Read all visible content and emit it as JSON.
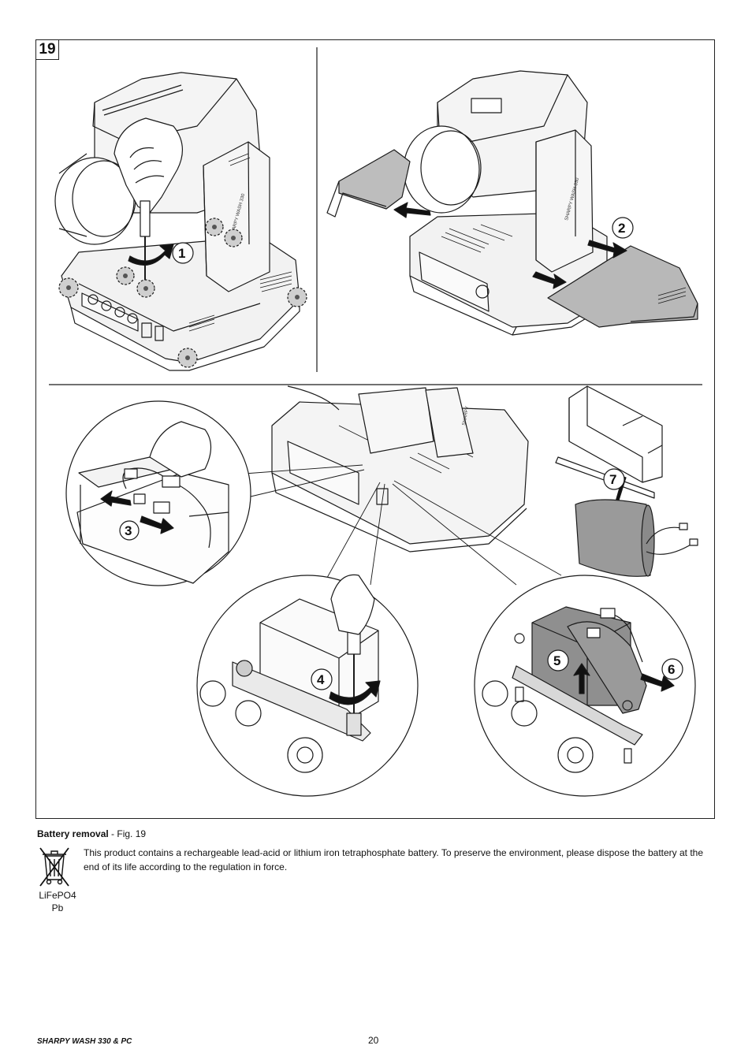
{
  "figure": {
    "number": "19",
    "steps": [
      "1",
      "2",
      "3",
      "4",
      "5",
      "6",
      "7"
    ]
  },
  "caption": {
    "title": "Battery removal",
    "ref": " - Fig. 19"
  },
  "notice": {
    "text": "This product contains a rechargeable lead-acid or lithium iron tetraphosphate battery. To preserve the environment, please dispose the battery at the end of its life according to the regulation in force.",
    "icon_label_1": "LiFePO4",
    "icon_label_2": "Pb",
    "icon": "crossed-bin-icon"
  },
  "footer": {
    "title": "SHARPY WASH 330 & PC",
    "page": "20"
  },
  "colors": {
    "battery_grey": "#8a8a8a",
    "line": "#1a1a1a"
  }
}
